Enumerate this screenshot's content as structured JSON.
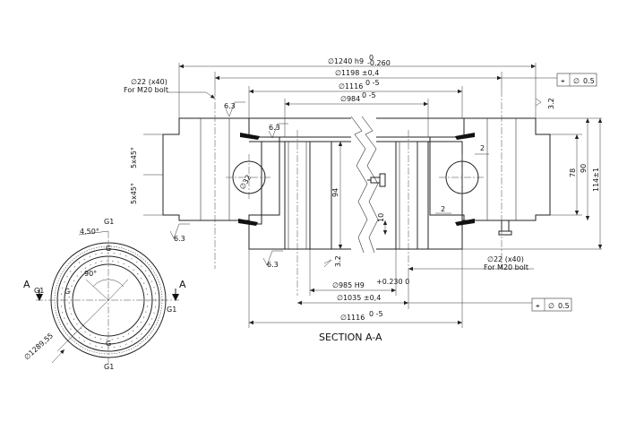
{
  "dimensions": {
    "outer_diameter": "∅1240 h9",
    "outer_tol_upper": "0",
    "outer_tol_lower": "-0.260",
    "bolt_circle_outer": "∅1198 ±0,4",
    "inner_diameter_top": "∅1116",
    "inner_diameter_top_tol": "0 -5",
    "bore_top": "∅984",
    "bore_top_tol": "0 -5",
    "bore_h9": "∅985 H9",
    "bore_h9_tol": "+0.230 0",
    "bolt_circle_inner": "∅1035 ±0,4",
    "inner_diameter_bottom": "∅1116",
    "inner_diameter_bottom_tol": "0 -5",
    "ball": "∅32",
    "height_total": "114±1",
    "height_90": "90",
    "height_78": "78",
    "height_94": "94",
    "height_10": "10",
    "gap_2_top": "2",
    "gap_2_bottom": "2",
    "chamfer_top": "5x45°",
    "chamfer_bottom": "5x45°",
    "roughness_63": "6.3",
    "roughness_32": "3.2",
    "circle_diameter": "∅1289,55",
    "angle_450": "4.50°",
    "angle_90": "90°"
  },
  "annotations": {
    "outer_holes": "∅22 (x40)",
    "outer_bolt": "For M20 bolt",
    "inner_holes": "∅22 (x40)",
    "inner_bolt": "For M20 bolt",
    "section_title": "SECTION A-A",
    "tolerance_top_symbol": "⌖",
    "tolerance_top_dia": "∅",
    "tolerance_top_value": "0.5",
    "tolerance_bottom_symbol": "⌖",
    "tolerance_bottom_dia": "∅",
    "tolerance_bottom_value": "0.5"
  },
  "markers": {
    "section_left": "A",
    "section_right": "A",
    "g1_top": "G1",
    "g1_left": "G1",
    "g1_right": "G1",
    "g1_bottom": "G1",
    "g_top": "G",
    "g_left": "G",
    "g_bottom": "G"
  }
}
